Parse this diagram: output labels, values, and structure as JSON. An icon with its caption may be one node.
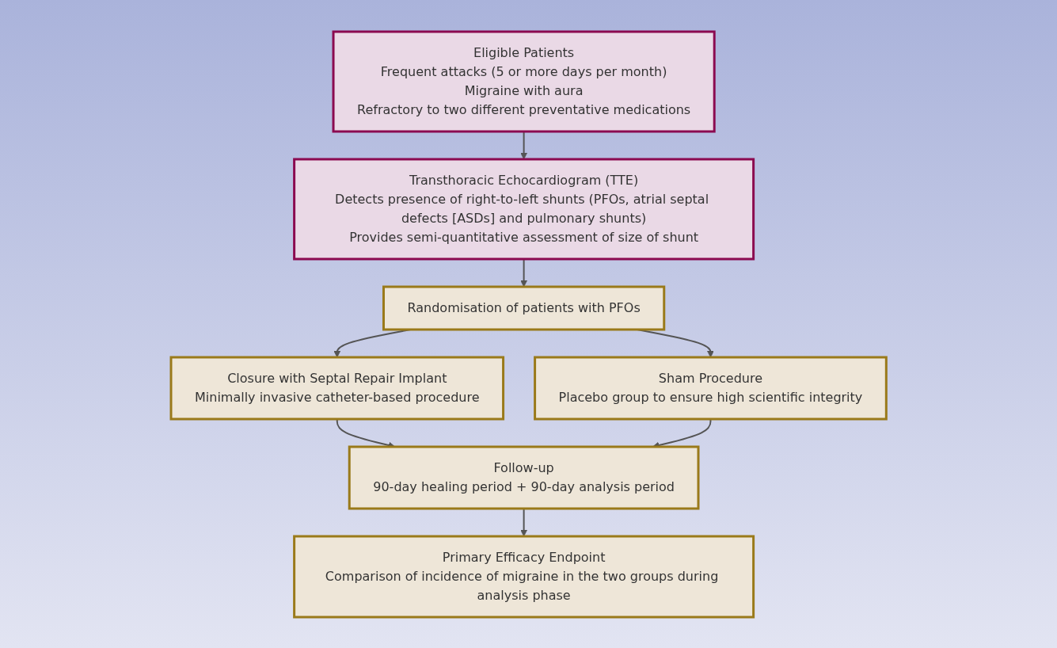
{
  "diagram": {
    "nodes": [
      {
        "text": [
          "Eligible Patients",
          "Frequent attacks (5 or more days per month)",
          "Migraine with aura",
          "Refractory to two different preventative medications"
        ]
      },
      {
        "text": [
          "Transthoracic Echocardiogram (TTE)",
          "Detects presence of right-to-left shunts (PFOs, atrial septal defects [ASDs] and pulmonary shunts)",
          "Provides semi-quantitative assessment of size of shunt"
        ]
      },
      {
        "text": [
          "Randomisation of patients with PFOs"
        ]
      },
      {
        "text": [
          "Closure with Septal Repair Implant",
          "Minimally invasive catheter-based procedure"
        ]
      },
      {
        "text": [
          "Sham Procedure",
          "Placebo group to ensure high scientific integrity"
        ]
      },
      {
        "text": [
          "Follow-up",
          "90-day healing period  +  90-day analysis period"
        ]
      },
      {
        "text": [
          "Primary Efficacy Endpoint",
          "Comparison of incidence of migraine in the two groups during analysis phase"
        ]
      }
    ],
    "edges": [
      {
        "from": 0,
        "to": 1,
        "arrow": "to"
      },
      {
        "from": 1,
        "to": 2,
        "arrow": "to"
      },
      {
        "from": 2,
        "to": 3,
        "arrow": "to"
      },
      {
        "from": 2,
        "to": 4,
        "arrow": "to"
      },
      {
        "from": 3,
        "to": 5,
        "arrow": "to"
      },
      {
        "from": 4,
        "to": 5,
        "arrow": "to"
      },
      {
        "from": 5,
        "to": 6,
        "arrow": "to"
      }
    ]
  }
}
